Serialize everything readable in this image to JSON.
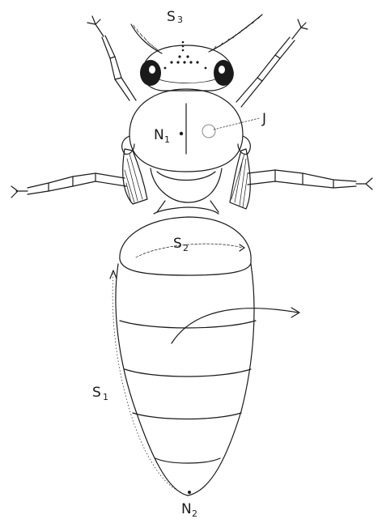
{
  "labels": {
    "s3": {
      "main": "S",
      "sub": "3"
    },
    "n1": {
      "main": "N",
      "sub": "1"
    },
    "j": {
      "main": "J"
    },
    "s2": {
      "main": "S",
      "sub": "2"
    },
    "s1": {
      "main": "S",
      "sub": "1"
    },
    "n2": {
      "main": "N",
      "sub": "2"
    }
  },
  "colors": {
    "ink": "#1a1a1a",
    "background": "#ffffff"
  }
}
